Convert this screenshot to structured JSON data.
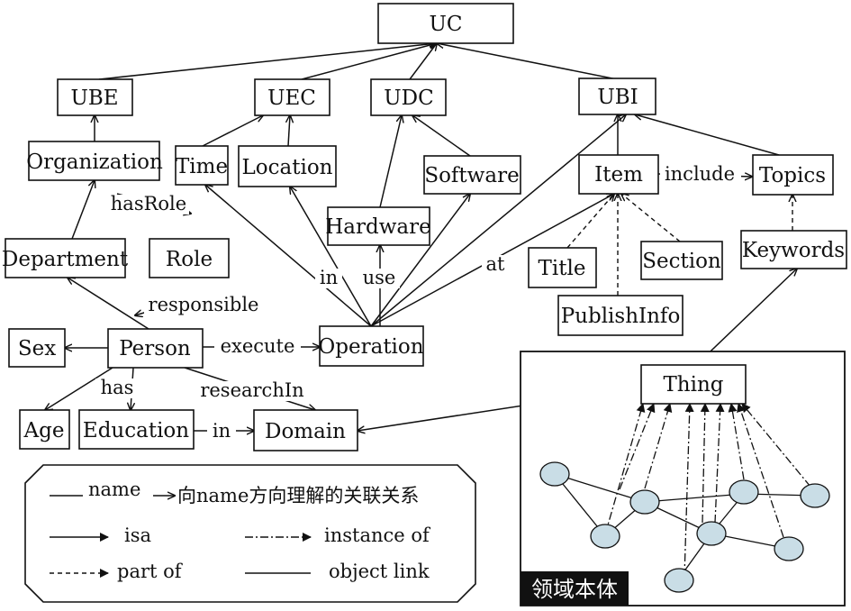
{
  "nodes": {
    "uc": "UC",
    "ube": "UBE",
    "uec": "UEC",
    "udc": "UDC",
    "ubi": "UBI",
    "organization": "Organization",
    "time": "Time",
    "location": "Location",
    "software": "Software",
    "item": "Item",
    "topics": "Topics",
    "hardware": "Hardware",
    "department": "Department",
    "role": "Role",
    "title": "Title",
    "section": "Section",
    "keywords": "Keywords",
    "publish_info": "PublishInfo",
    "sex": "Sex",
    "person": "Person",
    "operation": "Operation",
    "thing": "Thing",
    "age": "Age",
    "education": "Education",
    "domain": "Domain"
  },
  "edge_labels": {
    "has_role": "hasRole",
    "responsible": "responsible",
    "execute": "execute",
    "has": "has",
    "research_in": "researchIn",
    "in_domain": "in",
    "in_op": "in",
    "use": "use",
    "at": "at",
    "include": "include"
  },
  "legend": {
    "name_label": "name",
    "name_desc": "向name方向理解的关联关系",
    "isa": "isa",
    "instance_of": "instance of",
    "part_of": "part of",
    "object_link": "object link"
  },
  "ontology_label": "领域本体"
}
